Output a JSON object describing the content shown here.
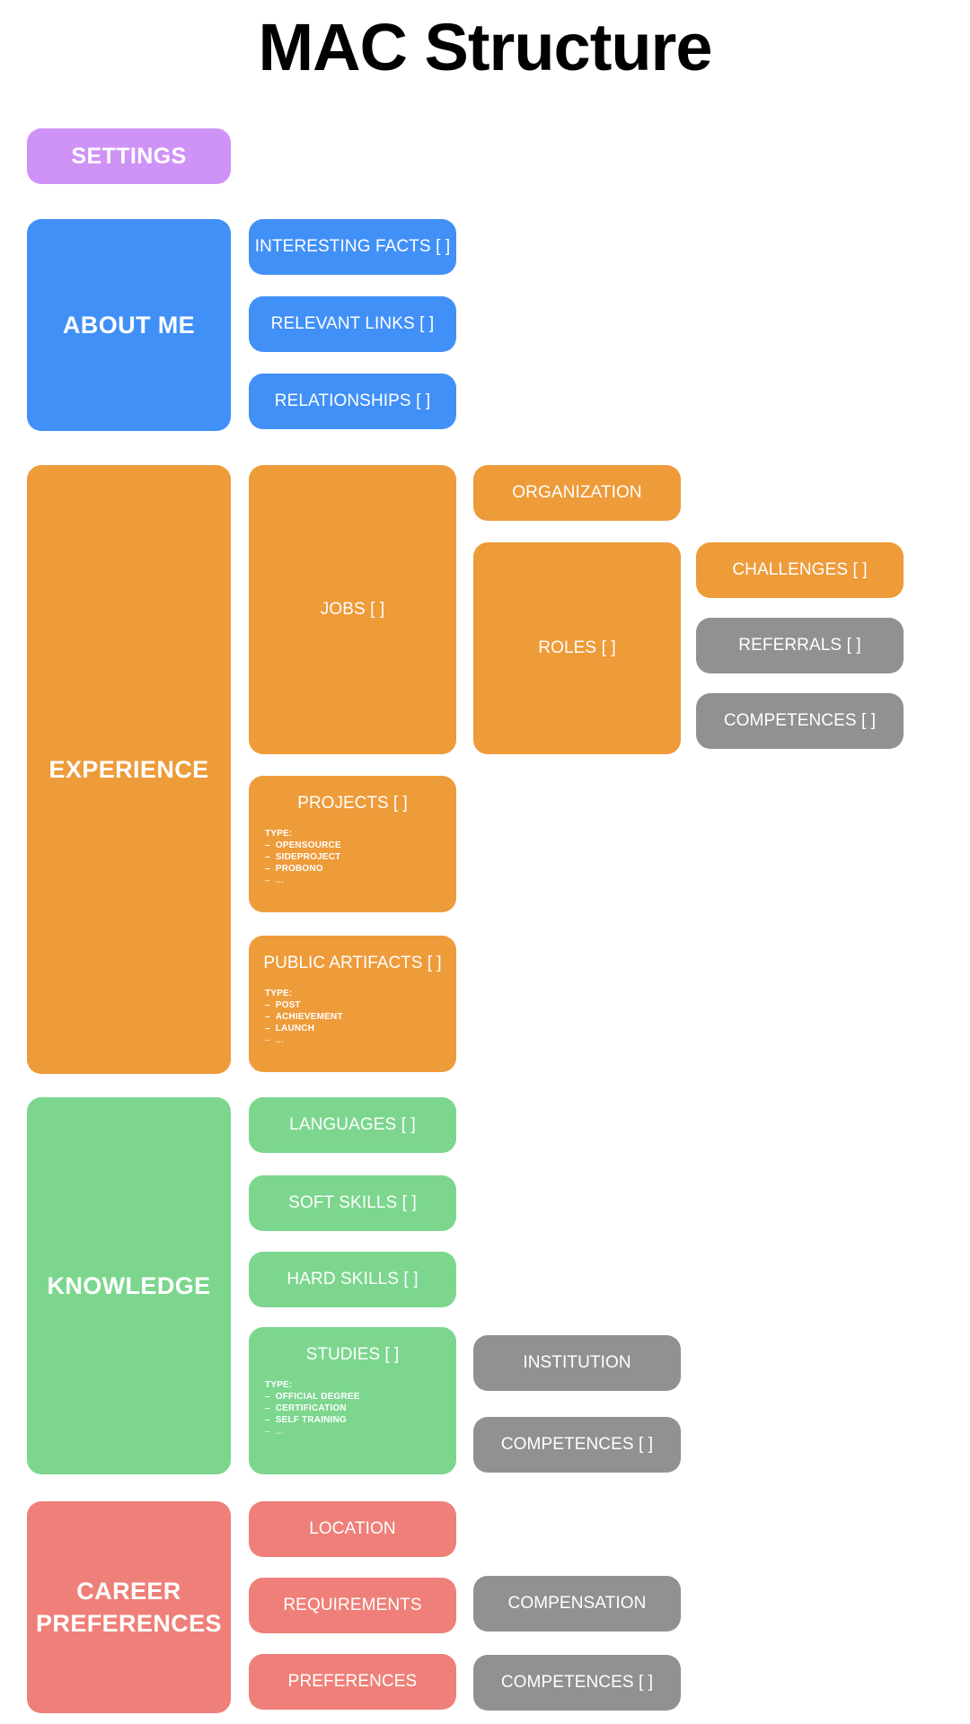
{
  "title": "MAC Structure",
  "colors": {
    "purple": "#cf92f7",
    "blue": "#4190f7",
    "orange": "#ee9b3a",
    "green": "#7cd68e",
    "red": "#ee8079",
    "grey": "#919191",
    "background": "#ffffff",
    "title_text": "#000000",
    "node_text": "#ffffff"
  },
  "nodes": {
    "settings": {
      "label": "SETTINGS"
    },
    "about_me": {
      "label": "ABOUT ME"
    },
    "interesting_facts": {
      "label": "INTERESTING FACTS [ ]"
    },
    "relevant_links": {
      "label": "RELEVANT LINKS [ ]"
    },
    "relationships": {
      "label": "RELATIONSHIPS [ ]"
    },
    "experience": {
      "label": "EXPERIENCE"
    },
    "jobs": {
      "label": "JOBS [ ]"
    },
    "organization": {
      "label": "ORGANIZATION"
    },
    "roles": {
      "label": "ROLES [ ]"
    },
    "challenges": {
      "label": "CHALLENGES [ ]"
    },
    "referrals": {
      "label": "REFERRALS [ ]"
    },
    "competences_experience": {
      "label": "COMPETENCES [ ]"
    },
    "projects": {
      "label": "PROJECTS [ ]",
      "type_heading": "TYPE:",
      "type_items": [
        "OPENSOURCE",
        "SIDEPROJECT",
        "PROBONO",
        "..."
      ]
    },
    "public_artifacts": {
      "label": "PUBLIC ARTIFACTS [ ]",
      "type_heading": "TYPE:",
      "type_items": [
        "POST",
        "ACHIEVEMENT",
        "LAUNCH",
        "..."
      ]
    },
    "knowledge": {
      "label": "KNOWLEDGE"
    },
    "languages": {
      "label": "LANGUAGES [ ]"
    },
    "soft_skills": {
      "label": "SOFT SKILLS [ ]"
    },
    "hard_skills": {
      "label": "HARD SKILLS [ ]"
    },
    "studies": {
      "label": "STUDIES [ ]",
      "type_heading": "TYPE:",
      "type_items": [
        "OFFICIAL DEGREE",
        "CERTIFICATION",
        "SELF TRAINING",
        "..."
      ]
    },
    "institution": {
      "label": "INSTITUTION"
    },
    "competences_studies": {
      "label": "COMPETENCES [ ]"
    },
    "career_preferences": {
      "label": "CAREER\nPREFERENCES"
    },
    "career_preferences_line1": {
      "label": "CAREER"
    },
    "career_preferences_line2": {
      "label": "PREFERENCES"
    },
    "location": {
      "label": "LOCATION"
    },
    "requirements": {
      "label": "REQUIREMENTS"
    },
    "preferences": {
      "label": "PREFERENCES"
    },
    "compensation": {
      "label": "COMPENSATION"
    },
    "competences_career": {
      "label": "COMPETENCES [ ]"
    }
  }
}
